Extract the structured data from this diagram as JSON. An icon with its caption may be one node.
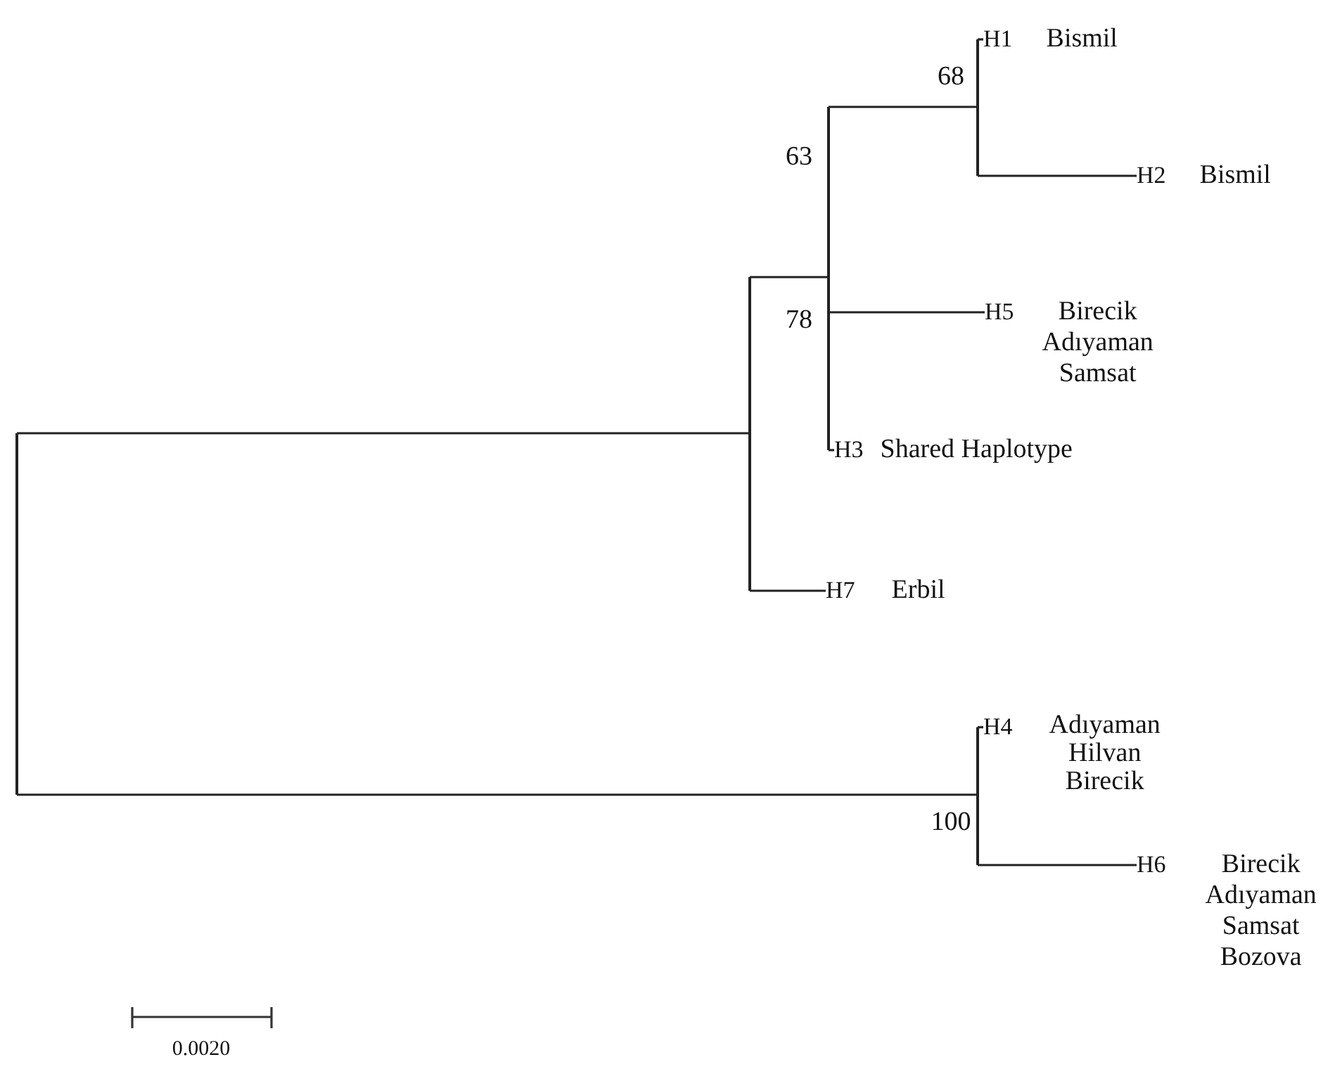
{
  "diagram": {
    "nodes": [
      {
        "text": [],
        "shape": "bar"
      },
      {
        "text": [],
        "shape": "bar"
      },
      {
        "text": [],
        "shape": "bar",
        "beside": [
          "63",
          "78"
        ]
      },
      {
        "text": [],
        "shape": "bar",
        "beside": [
          "68"
        ]
      },
      {
        "text": [
          "H1",
          "Bismil"
        ]
      },
      {
        "text": [
          "H2",
          "Bismil"
        ]
      },
      {
        "text": [
          "H5",
          "Birecik",
          "Adıyaman",
          "Samsat"
        ]
      },
      {
        "text": [
          "H3",
          "Shared Haplotype"
        ]
      },
      {
        "text": [
          "H7",
          "Erbil"
        ]
      },
      {
        "text": [],
        "shape": "bar",
        "beside": [
          "100"
        ]
      },
      {
        "text": [
          "H4",
          "Adıyaman",
          "Hilvan",
          "Birecik"
        ]
      },
      {
        "text": [
          "H6",
          "Birecik",
          "Adıyaman",
          "Samsat",
          "Bozova"
        ]
      }
    ],
    "edges": [
      {
        "from": 0,
        "to": 1,
        "arrow": "none"
      },
      {
        "from": 0,
        "to": 9,
        "arrow": "none"
      },
      {
        "from": 1,
        "to": 2,
        "arrow": "none"
      },
      {
        "from": 1,
        "to": 8,
        "arrow": "none"
      },
      {
        "from": 2,
        "to": 3,
        "arrow": "none"
      },
      {
        "from": 2,
        "to": 6,
        "arrow": "none"
      },
      {
        "from": 2,
        "to": 7,
        "arrow": "none"
      },
      {
        "from": 3,
        "to": 4,
        "arrow": "none"
      },
      {
        "from": 3,
        "to": 5,
        "arrow": "none"
      },
      {
        "from": 9,
        "to": 10,
        "arrow": "none"
      },
      {
        "from": 9,
        "to": 11,
        "arrow": "none"
      }
    ],
    "labels": [
      "0.0020"
    ]
  }
}
